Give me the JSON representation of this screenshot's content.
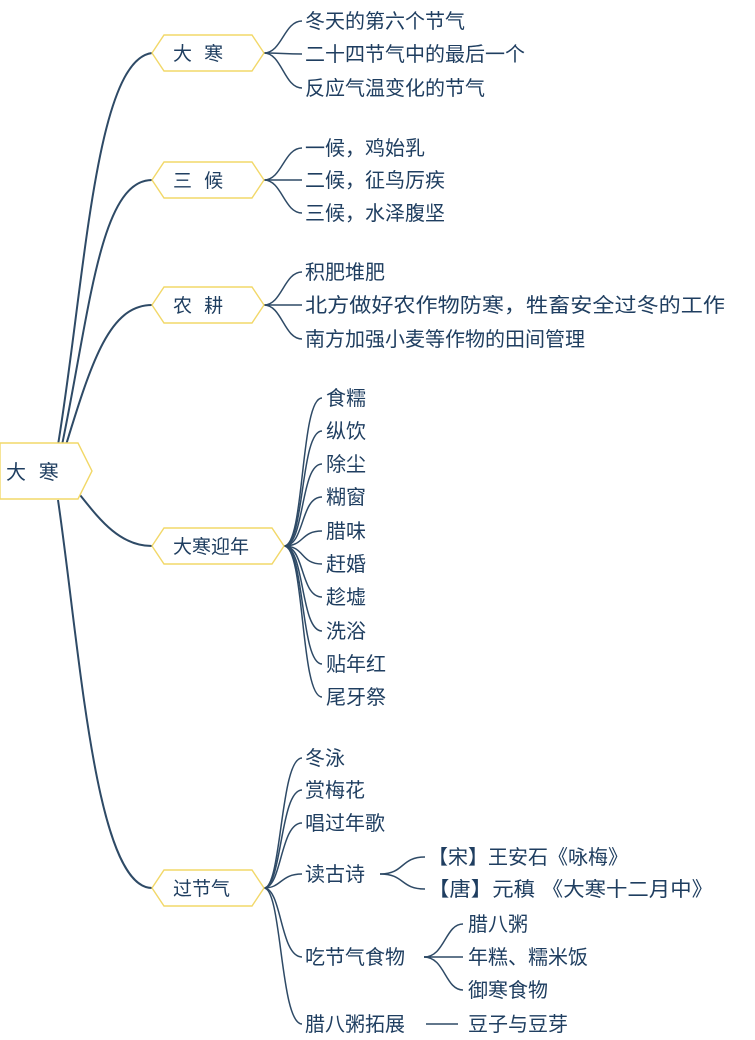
{
  "root": {
    "label": "大  寒"
  },
  "branches": [
    {
      "label": "大  寒",
      "children": [
        "冬天的第六个节气",
        "二十四节气中的最后一个",
        "反应气温变化的节气"
      ]
    },
    {
      "label": "三  候",
      "children": [
        "一候，鸡始乳",
        "二候，征鸟厉疾",
        "三候，水泽腹坚"
      ]
    },
    {
      "label": "农  耕",
      "children": [
        "积肥堆肥",
        "北方做好农作物防寒，牲畜安全过冬的工作",
        "南方加强小麦等作物的田间管理"
      ]
    },
    {
      "label": "大寒迎年",
      "children": [
        "食糯",
        "纵饮",
        "除尘",
        "糊窗",
        "腊味",
        "赶婚",
        "趁墟",
        "洗浴",
        "贴年红",
        "尾牙祭"
      ]
    },
    {
      "label": "过节气",
      "children": [
        {
          "label": "冬泳"
        },
        {
          "label": "赏梅花"
        },
        {
          "label": "唱过年歌"
        },
        {
          "label": "读古诗",
          "children": [
            "【宋】王安石《咏梅》",
            "【唐】元稹 《大寒十二月中》"
          ]
        },
        {
          "label": "吃节气食物",
          "children": [
            "腊八粥",
            "年糕、糯米饭",
            "御寒食物"
          ]
        },
        {
          "label": "腊八粥拓展",
          "children": [
            "豆子与豆芽"
          ]
        }
      ]
    }
  ]
}
